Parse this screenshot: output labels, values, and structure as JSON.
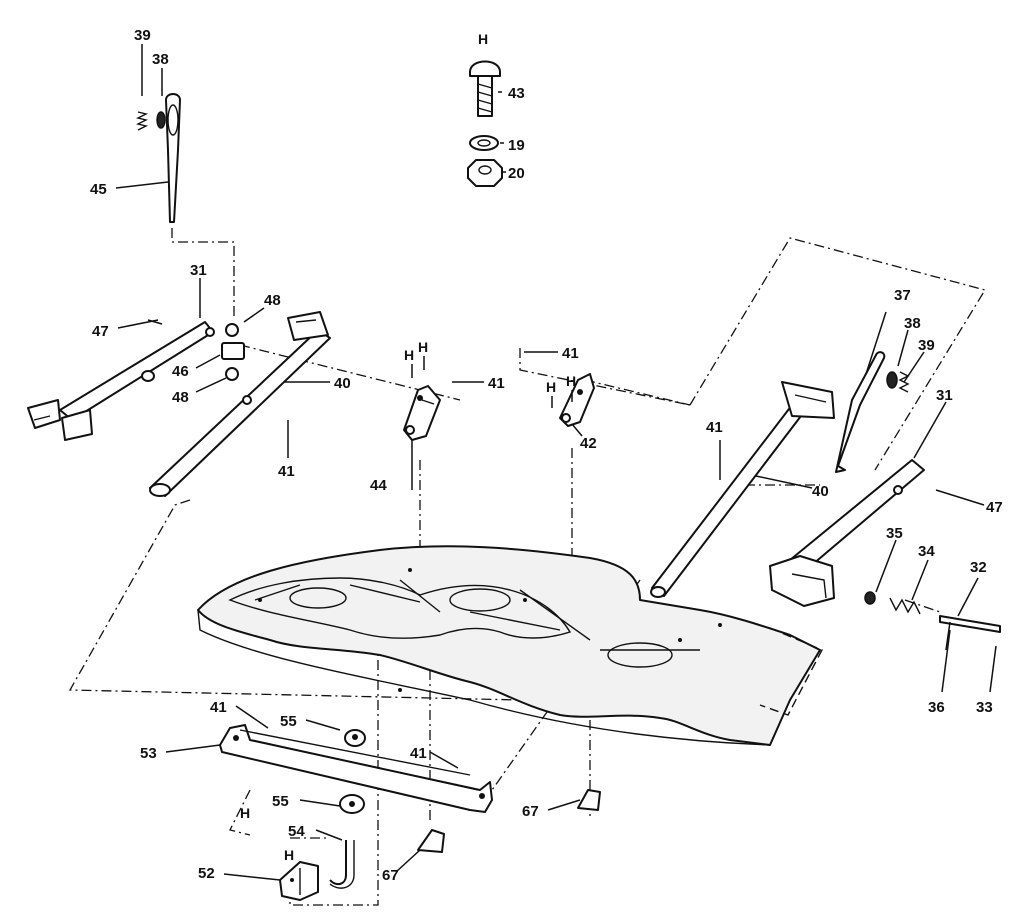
{
  "diagram": {
    "callouts": {
      "p39a": "39",
      "p38a": "38",
      "p45": "45",
      "p31a": "31",
      "p47a": "47",
      "p48a": "48",
      "p46": "46",
      "p48b": "48",
      "p40a": "40",
      "p41a": "41",
      "p43": "43",
      "p19": "19",
      "p20": "20",
      "p41b": "41",
      "p41c": "41",
      "p44": "44",
      "p42": "42",
      "p37": "37",
      "p38b": "38",
      "p39b": "39",
      "p31b": "31",
      "p41d": "41",
      "p40b": "40",
      "p47b": "47",
      "p35": "35",
      "p34": "34",
      "p32": "32",
      "p36": "36",
      "p33": "33",
      "p41e": "41",
      "p55a": "55",
      "p53": "53",
      "p41f": "41",
      "p55b": "55",
      "p54": "54",
      "p52": "52",
      "p67a": "67",
      "p67b": "67"
    },
    "hardware_markers": {
      "h_top": "H",
      "h44a": "H",
      "h44b": "H",
      "h42a": "H",
      "h42b": "H",
      "h54": "H",
      "h52": "H"
    }
  }
}
